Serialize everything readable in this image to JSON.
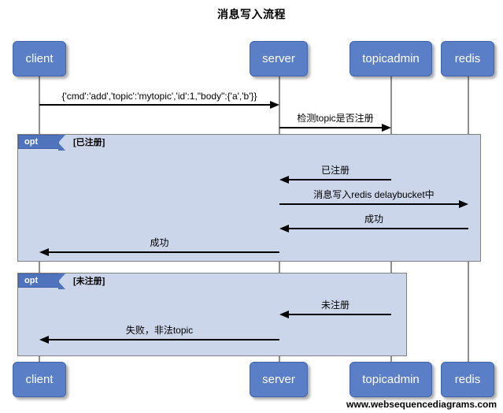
{
  "title": "消息写入流程",
  "footer": "www.websequencediagrams.com",
  "colors": {
    "actor_fill": "#5b7fc7",
    "actor_text": "#ffffff",
    "fragment_fill": "#ccd6ea",
    "fragment_border": "#808080",
    "tag_fill": "#4f74bd",
    "lifeline": "#8d8d8d",
    "arrow": "#000000",
    "background": "#ffffff"
  },
  "diagram_type": "sequence",
  "participants": [
    {
      "name": "client",
      "label": "client"
    },
    {
      "name": "server",
      "label": "server"
    },
    {
      "name": "topicadmin",
      "label": "topicadmin"
    },
    {
      "name": "redis",
      "label": "redis"
    }
  ],
  "messages": [
    {
      "index": 0,
      "from": "client",
      "to": "server",
      "direction": "right",
      "label": "{'cmd':'add','topic':'mytopic','id':1,\"body\":{'a','b'}}",
      "fragment": null
    },
    {
      "index": 1,
      "from": "server",
      "to": "topicadmin",
      "direction": "right",
      "label": "检测topic是否注册",
      "fragment": null
    },
    {
      "index": 2,
      "from": "topicadmin",
      "to": "server",
      "direction": "left",
      "label": "已注册",
      "fragment": "opt-registered"
    },
    {
      "index": 3,
      "from": "server",
      "to": "redis",
      "direction": "right",
      "label": "消息写入redis delaybucket中",
      "fragment": "opt-registered"
    },
    {
      "index": 4,
      "from": "redis",
      "to": "server",
      "direction": "left",
      "label": "成功",
      "fragment": "opt-registered"
    },
    {
      "index": 5,
      "from": "server",
      "to": "client",
      "direction": "left",
      "label": "成功",
      "fragment": "opt-registered"
    },
    {
      "index": 6,
      "from": "topicadmin",
      "to": "server",
      "direction": "left",
      "label": "未注册",
      "fragment": "opt-unregistered"
    },
    {
      "index": 7,
      "from": "server",
      "to": "client",
      "direction": "left",
      "label": "失败，非法topic",
      "fragment": "opt-unregistered"
    }
  ],
  "fragments": [
    {
      "id": "opt-registered",
      "kind": "opt",
      "condition": "[已注册]"
    },
    {
      "id": "opt-unregistered",
      "kind": "opt",
      "condition": "[未注册]"
    }
  ]
}
